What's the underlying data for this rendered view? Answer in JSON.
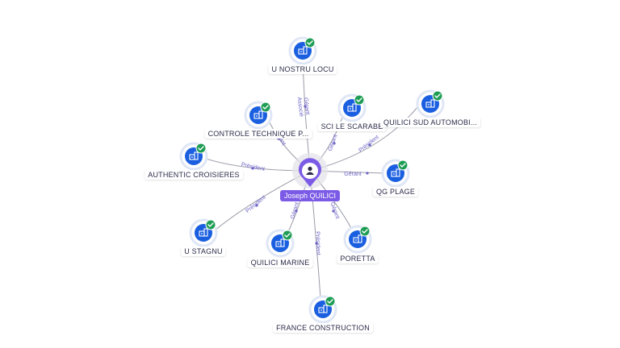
{
  "colors": {
    "edge": "#9a9aa8",
    "edge_label": "#6b63c4",
    "company_node": "#1a5fe0",
    "node_ring": "#dfe6f5",
    "check_badge": "#1f9d55",
    "center_node": "#7b5be6",
    "center_halo": "#e3e3ea"
  },
  "icons": {
    "company": "building-icon",
    "verified": "check-badge-icon",
    "person": "person-icon"
  },
  "center": {
    "label": "Joseph QUILICI"
  },
  "nodes": [
    {
      "id": "u-nostru-locu",
      "label": "U NOSTRU LOCU",
      "relations": [
        "Gérant",
        "Associé"
      ]
    },
    {
      "id": "controle-technique",
      "label": "CONTROLE TECHNIQUE P...",
      "relations": [
        "Gérant"
      ]
    },
    {
      "id": "sci-le-scarabe",
      "label": "SCI LE SCARABE",
      "relations": [
        "Gérant"
      ]
    },
    {
      "id": "quilici-sud-automobi",
      "label": "QUILICI SUD AUTOMOBI...",
      "relations": [
        "Président"
      ]
    },
    {
      "id": "authentic-croisieres",
      "label": "AUTHENTIC CROISIERES",
      "relations": [
        "Président"
      ]
    },
    {
      "id": "qg-plage",
      "label": "QG PLAGE",
      "relations": [
        "Gérant"
      ]
    },
    {
      "id": "u-stagnu",
      "label": "U STAGNU",
      "relations": [
        "Président"
      ]
    },
    {
      "id": "quilici-marine",
      "label": "QUILICI MARINE",
      "relations": [
        "Gérant"
      ]
    },
    {
      "id": "poretta",
      "label": "PORETTA",
      "relations": [
        "Gérant"
      ]
    },
    {
      "id": "france-construction",
      "label": "FRANCE CONSTRUCTION",
      "relations": [
        "Président"
      ]
    }
  ]
}
